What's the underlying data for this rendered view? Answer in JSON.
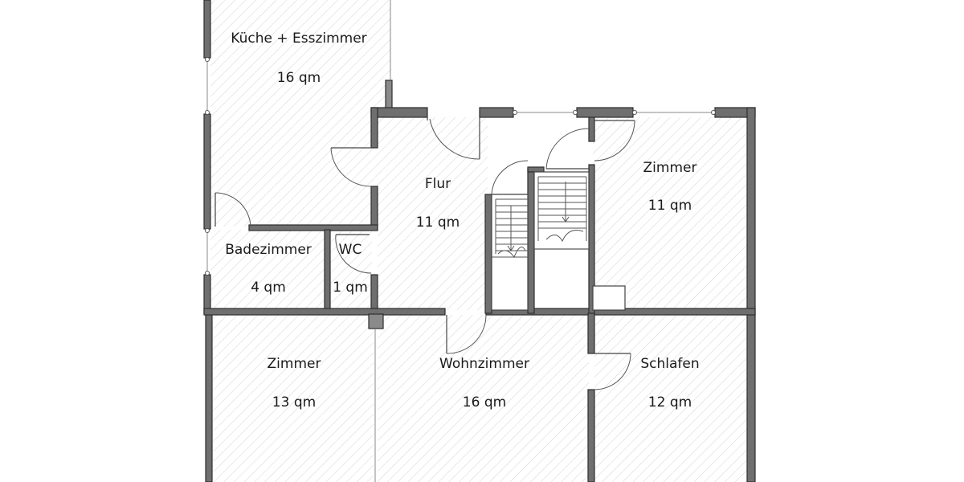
{
  "rooms": {
    "kueche": {
      "name": "Küche + Esszimmer",
      "area": "16 qm"
    },
    "flur": {
      "name": "Flur",
      "area": "11 qm"
    },
    "zimmer_ne": {
      "name": "Zimmer",
      "area": "11 qm"
    },
    "bad": {
      "name": "Badezimmer",
      "area": "4 qm"
    },
    "wc": {
      "name": "WC",
      "area": "1 qm"
    },
    "zimmer_sw": {
      "name": "Zimmer",
      "area": "13 qm"
    },
    "wohnzimmer": {
      "name": "Wohnzimmer",
      "area": "16 qm"
    },
    "schlafen": {
      "name": "Schlafen",
      "area": "12 qm"
    }
  },
  "colors": {
    "wall": "#6f6f6f",
    "hatch": "#d4d4d4",
    "background": "#ffffff"
  }
}
